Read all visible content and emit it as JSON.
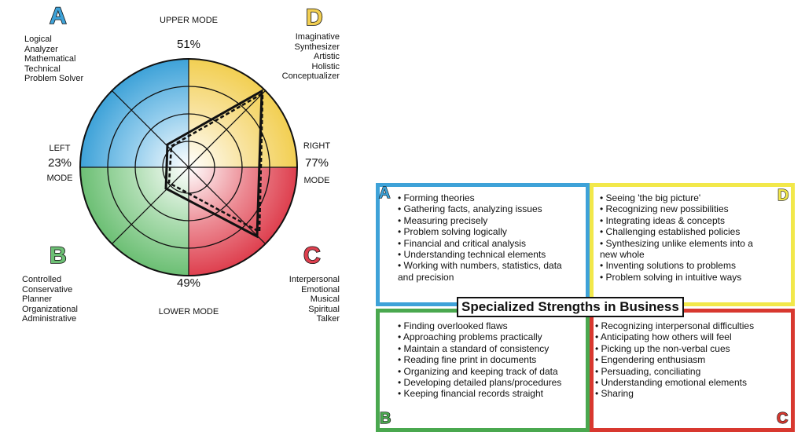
{
  "colors": {
    "a": "#3ea2d8",
    "b": "#6cbf74",
    "c": "#de3f4e",
    "d": "#f2cf52"
  },
  "diagram": {
    "upper_mode": "UPPER MODE",
    "upper_pct": "51%",
    "lower_mode": "LOWER MODE",
    "lower_pct": "49%",
    "left_label": "LEFT",
    "left_pct": "23%",
    "left_mode": "MODE",
    "right_label": "RIGHT",
    "right_pct": "77%",
    "right_mode": "MODE",
    "quadrant_a": {
      "letter": "A",
      "traits": [
        "Logical",
        "Analyzer",
        "Mathematical",
        "Technical",
        "Problem Solver"
      ]
    },
    "quadrant_b": {
      "letter": "B",
      "traits": [
        "Controlled",
        "Conservative",
        "Planner",
        "Organizational",
        "Administrative"
      ]
    },
    "quadrant_c": {
      "letter": "C",
      "traits": [
        "Interpersonal",
        "Emotional",
        "Musical",
        "Spiritual",
        "Talker"
      ]
    },
    "quadrant_d": {
      "letter": "D",
      "traits": [
        "Imaginative",
        "Synthesizer",
        "Artistic",
        "Holistic",
        "Conceptualizer"
      ]
    }
  },
  "strengths": {
    "title": "Specialized Strengths in Business",
    "a_letter": "A",
    "b_letter": "B",
    "c_letter": "C",
    "d_letter": "D",
    "a_items": [
      "• Forming theories",
      "• Gathering facts, analyzing issues",
      "• Measuring precisely",
      "• Problem solving logically",
      "• Financial and critical analysis",
      "• Understanding technical elements",
      "• Working with numbers, statistics, data",
      "and precision"
    ],
    "d_items": [
      "• Seeing 'the big picture'",
      "• Recognizing new possibilities",
      "• Integrating ideas & concepts",
      "• Challenging established policies",
      "• Synthesizing unlike elements into a",
      "new whole",
      "• Inventing solutions to problems",
      "• Problem solving in intuitive ways"
    ],
    "b_items": [
      "• Finding overlooked flaws",
      "• Approaching problems practically",
      "• Maintain a standard of consistency",
      "• Reading fine print in documents",
      "• Organizing and keeping track of data",
      "• Developing detailed plans/procedures",
      "• Keeping financial records straight"
    ],
    "c_items": [
      "• Recognizing interpersonal difficulties",
      "• Anticipating how others will feel",
      "• Picking up the non-verbal cues",
      "• Engendering enthusiasm",
      "• Persuading, conciliating",
      "• Understanding emotional elements",
      "• Sharing"
    ]
  }
}
